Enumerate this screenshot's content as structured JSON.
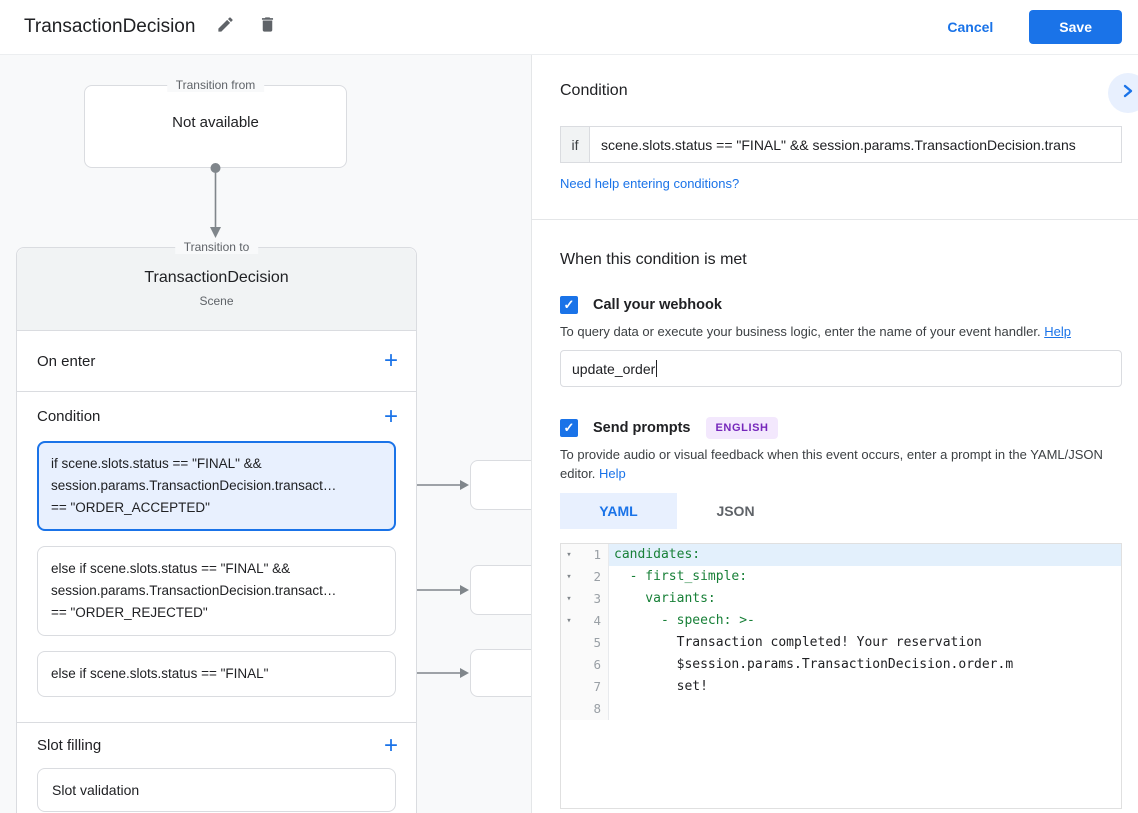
{
  "colors": {
    "accent_blue": "#1a73e8",
    "selection_blue": "#e8f0fe",
    "yaml_green": "#188038",
    "badge_purple": "#7627bb"
  },
  "header": {
    "title": "TransactionDecision",
    "cancel_label": "Cancel",
    "save_label": "Save"
  },
  "diagram": {
    "transition_from": {
      "label": "Transition from",
      "content": "Not available"
    },
    "transition_to": {
      "label": "Transition to",
      "title": "TransactionDecision",
      "subtitle": "Scene",
      "on_enter": {
        "label": "On enter"
      },
      "condition": {
        "label": "Condition",
        "cards": [
          {
            "selected": true,
            "lines": [
              "if scene.slots.status == \"FINAL\" &&",
              "session.params.TransactionDecision.transact…",
              "== \"ORDER_ACCEPTED\""
            ]
          },
          {
            "selected": false,
            "lines": [
              "else if scene.slots.status == \"FINAL\" &&",
              "session.params.TransactionDecision.transact…",
              "== \"ORDER_REJECTED\""
            ]
          },
          {
            "selected": false,
            "lines": [
              "else if scene.slots.status == \"FINAL\""
            ]
          }
        ]
      },
      "slot_filling": {
        "label": "Slot filling",
        "card": "Slot validation"
      }
    }
  },
  "panel": {
    "condition": {
      "title": "Condition",
      "if_label": "if",
      "if_value": "scene.slots.status == \"FINAL\" && session.params.TransactionDecision.trans",
      "help_link": "Need help entering conditions?"
    },
    "when_met": {
      "title": "When this condition is met",
      "webhook": {
        "label": "Call your webhook",
        "checked": true,
        "helper": "To query data or execute your business logic, enter the name of your event handler.",
        "help_label": "Help",
        "value": "update_order"
      },
      "prompts": {
        "label": "Send prompts",
        "checked": true,
        "badge": "ENGLISH",
        "helper": "To provide audio or visual feedback when this event occurs, enter a prompt in the YAML/JSON editor.",
        "help_label": "Help"
      },
      "tabs": [
        {
          "label": "YAML",
          "active": true
        },
        {
          "label": "JSON",
          "active": false
        }
      ],
      "editor": {
        "lines": [
          {
            "num": "1",
            "text": "candidates:"
          },
          {
            "num": "2",
            "text": "  - first_simple:"
          },
          {
            "num": "3",
            "text": "    variants:"
          },
          {
            "num": "4",
            "text": "      - speech: >-"
          },
          {
            "num": "5",
            "text": "        Transaction completed! Your reservation"
          },
          {
            "num": "6",
            "text": "        $session.params.TransactionDecision.order.m"
          },
          {
            "num": "7",
            "text": "        set!"
          },
          {
            "num": "8",
            "text": ""
          }
        ]
      }
    }
  }
}
